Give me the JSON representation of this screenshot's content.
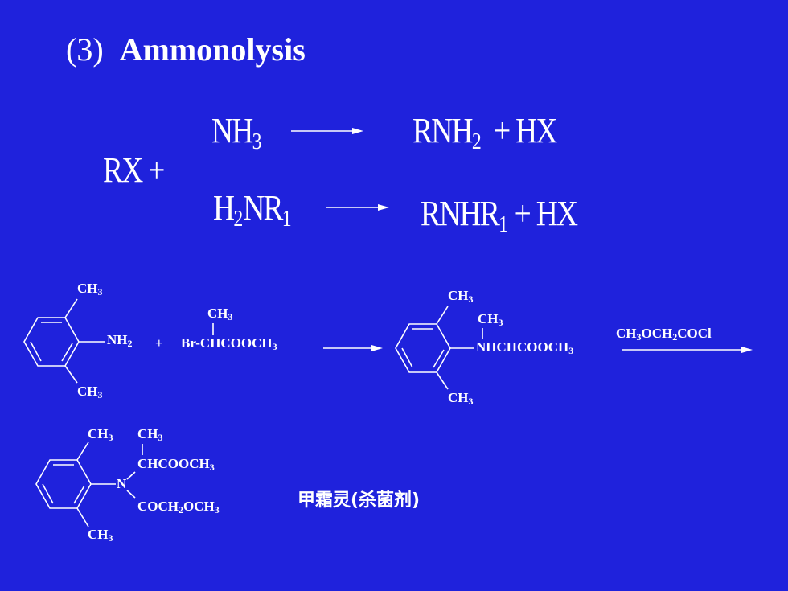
{
  "title": {
    "number": "(3)",
    "text": "Ammonolysis"
  },
  "general": {
    "rx_plus": "RX +",
    "reagent1": {
      "main": "NH",
      "sub": "3"
    },
    "product1": {
      "a": "RNH",
      "a_sub": "2",
      "b": "+ HX"
    },
    "reagent2": {
      "pre": "H",
      "pre_sub": "2",
      "main": "NR",
      "sub": "1"
    },
    "product2": {
      "a": "RNHR",
      "a_sub": "1",
      "b": "+ HX"
    }
  },
  "scheme": {
    "start": {
      "top": "CH",
      "top_sub": "3",
      "side": "NH",
      "side_sub": "2",
      "bottom": "CH",
      "bottom_sub": "3"
    },
    "plus": "+",
    "bromoester": {
      "ch3": "CH",
      "ch3_sub": "3",
      "br": "Br-",
      "chain": "CHCOOCH",
      "chain_sub": "3"
    },
    "intermediate": {
      "top": "CH",
      "top_sub": "3",
      "ch3": "CH",
      "ch3_sub": "3",
      "chain": "NHCHCOOCH",
      "chain_sub": "3",
      "bottom": "CH",
      "bottom_sub": "3"
    },
    "reagent3": {
      "p1": "CH",
      "p1_sub": "3",
      "p2": "OCH",
      "p2_sub": "2",
      "p3": "COCl"
    },
    "product": {
      "top": "CH",
      "top_sub": "3",
      "ch3": "CH",
      "ch3_sub": "3",
      "chain1": "CHCOOCH",
      "chain1_sub": "3",
      "n": "N",
      "chain2a": "COCH",
      "chain2a_sub": "2",
      "chain2b": "OCH",
      "chain2b_sub": "3",
      "bottom": "CH",
      "bottom_sub": "3"
    },
    "product_name": "甲霜灵(杀菌剂)"
  }
}
